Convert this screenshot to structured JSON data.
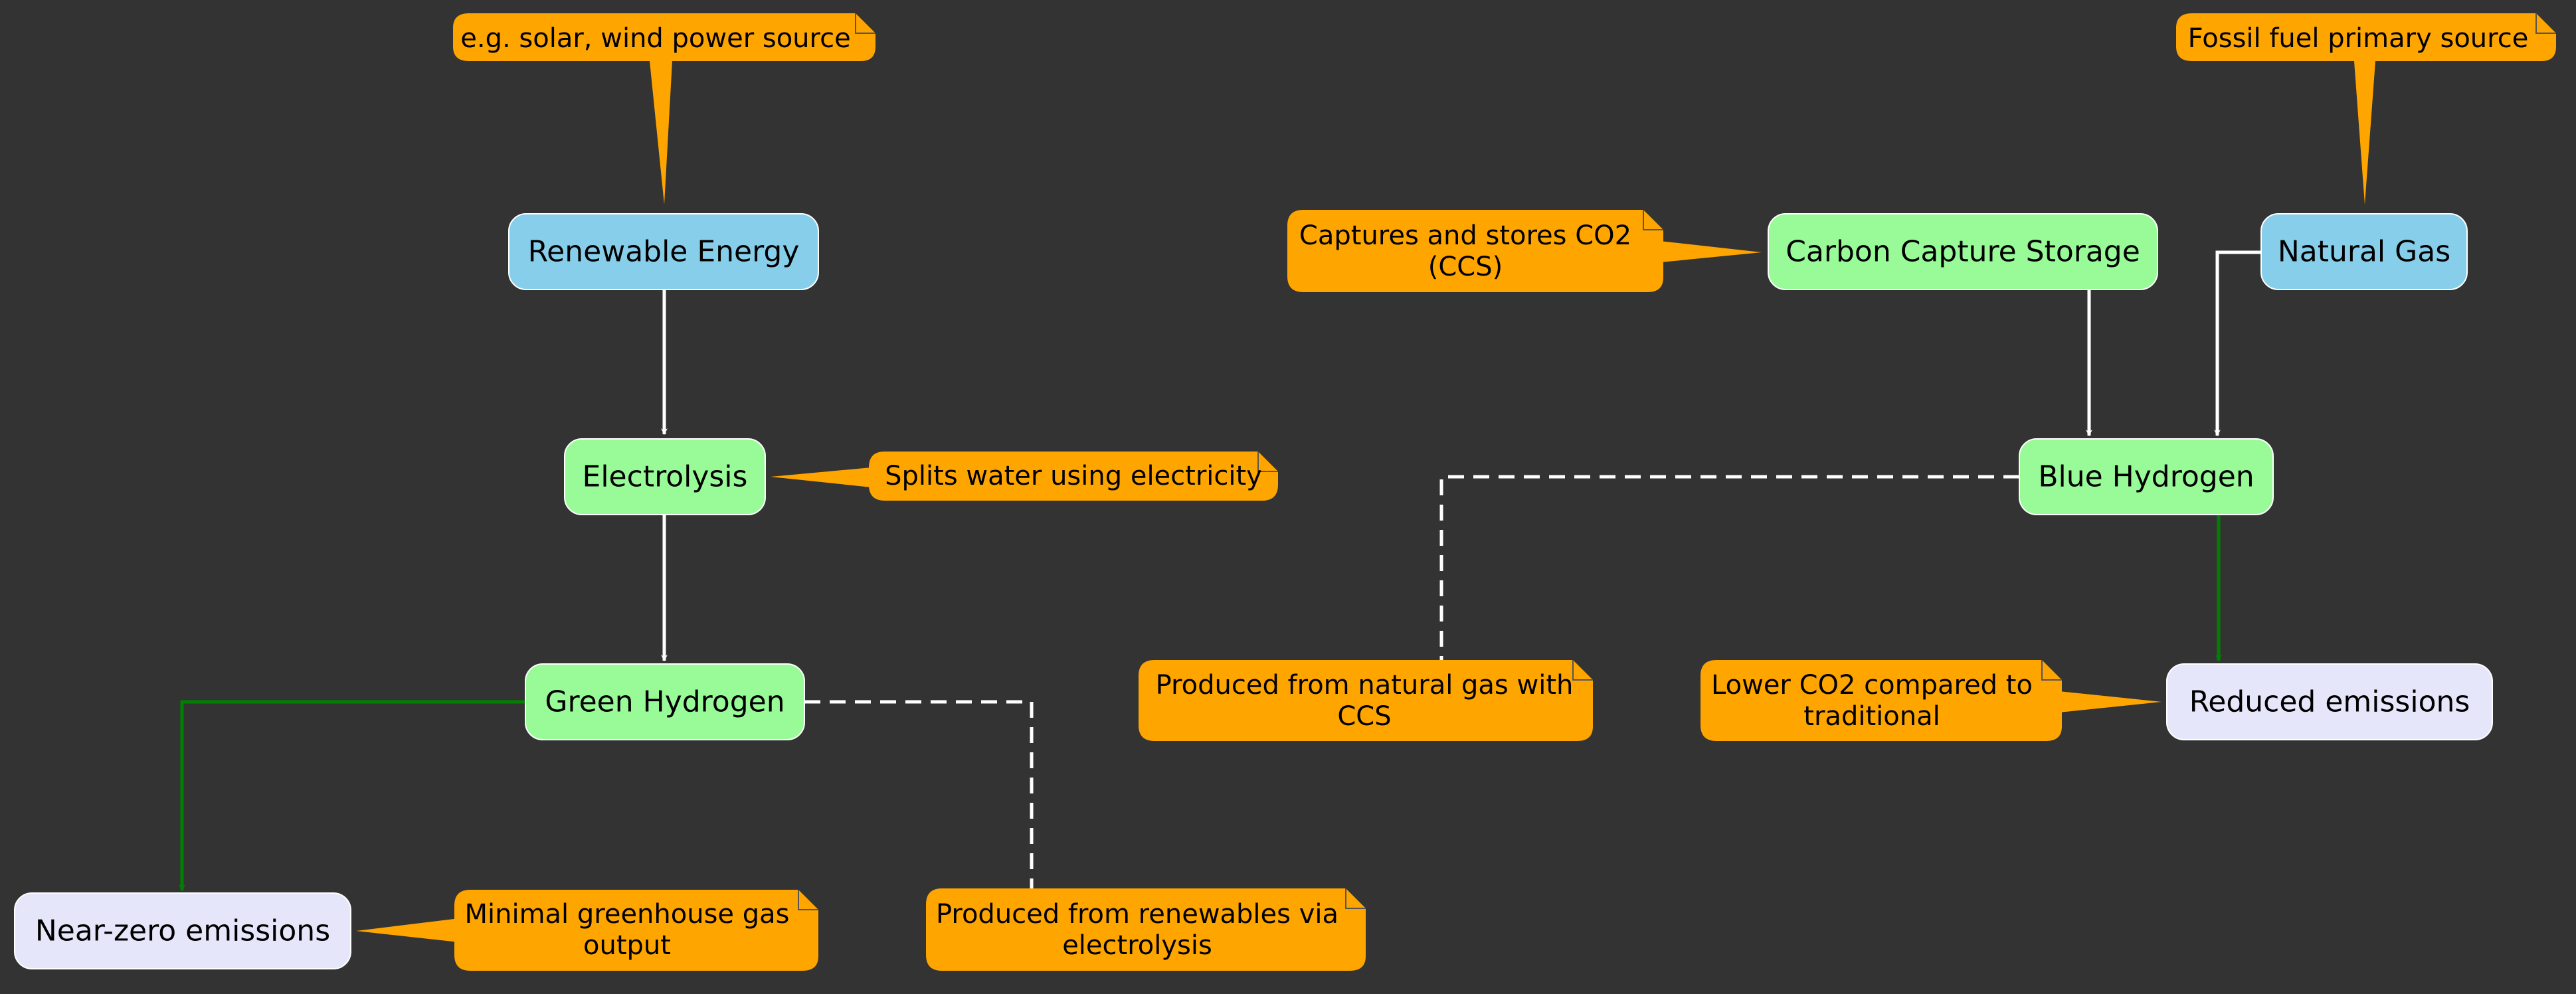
{
  "colors": {
    "background": "#333333",
    "source_fill": "#87CEEB",
    "process_fill": "#98FB98",
    "outcome_fill": "#E6E6FA",
    "note_fill": "#FFA500",
    "flow_edge": "#FFFFFF",
    "emission_edge": "#008000",
    "note_link": "#FFFFFF"
  },
  "nodes": {
    "renewable_energy": "Renewable Energy",
    "electrolysis": "Electrolysis",
    "green_hydrogen": "Green Hydrogen",
    "near_zero_emissions": "Near-zero emissions",
    "carbon_capture_storage": "Carbon Capture Storage",
    "natural_gas": "Natural Gas",
    "blue_hydrogen": "Blue Hydrogen",
    "reduced_emissions": "Reduced emissions"
  },
  "notes": {
    "renewable_source": [
      "e.g. solar, wind power source"
    ],
    "electrolysis": [
      "Splits water using electricity"
    ],
    "green_hydrogen": [
      "Produced from renewables via",
      "electrolysis"
    ],
    "near_zero": [
      "Minimal greenhouse gas",
      "output"
    ],
    "ccs": [
      "Captures and stores CO2",
      "(CCS)"
    ],
    "natural_gas": [
      "Fossil fuel primary source"
    ],
    "blue_hydrogen": [
      "Produced from natural gas with",
      "CCS"
    ],
    "reduced": [
      "Lower CO2 compared to",
      "traditional"
    ]
  }
}
